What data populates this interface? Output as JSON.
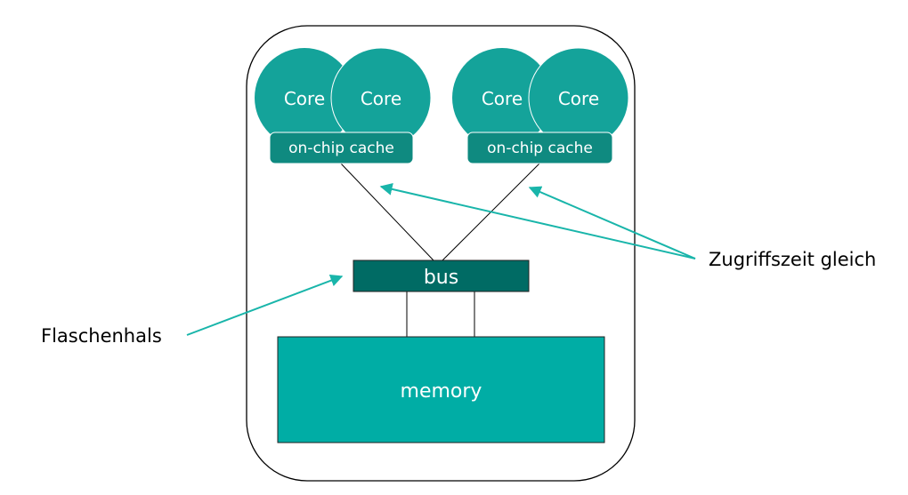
{
  "diagram": {
    "cpu_groups": [
      {
        "cores": [
          "Core",
          "Core"
        ],
        "cache_label": "on-chip cache"
      },
      {
        "cores": [
          "Core",
          "Core"
        ],
        "cache_label": "on-chip cache"
      }
    ],
    "bus_label": "bus",
    "memory_label": "memory",
    "annotations": {
      "access_time": "Zugriffszeit gleich",
      "bottleneck": "Flaschenhals"
    },
    "colors": {
      "core": "#14a39a",
      "cache": "#0f8a80",
      "bus": "#006b64",
      "memory": "#00ada5",
      "arrow": "#19b5aa",
      "outline": "#000000"
    }
  }
}
